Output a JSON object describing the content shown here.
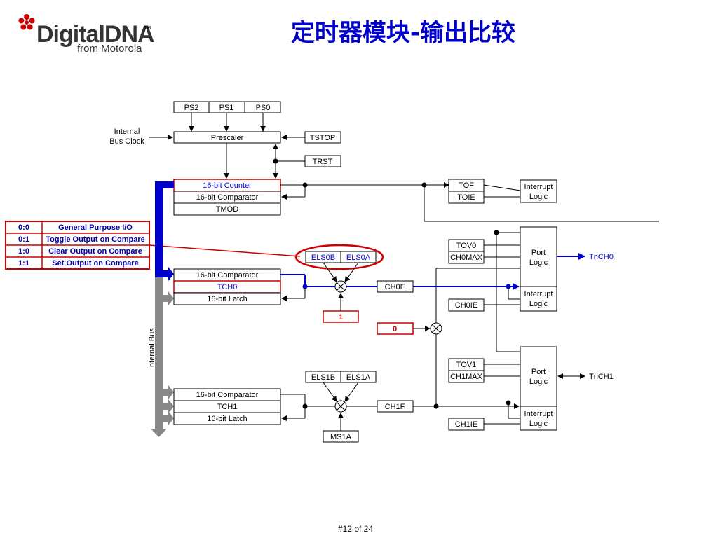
{
  "header": {
    "title": "定时器模块-输出比较",
    "logo_main": "DigitalDNA",
    "logo_sub": "from Motorola",
    "logo_tm": "TM"
  },
  "prescaler": {
    "ps2": "PS2",
    "ps1": "PS1",
    "ps0": "PS0",
    "clock_line1": "Internal",
    "clock_line2": "Bus Clock",
    "prescaler": "Prescaler",
    "tstop": "TSTOP",
    "trst": "TRST"
  },
  "counter": {
    "counter": "16-bit Counter",
    "comparator": "16-bit Comparator",
    "tmod": "TMOD"
  },
  "overflow": {
    "tof": "TOF",
    "toie": "TOIE",
    "interrupt_line1": "Interrupt",
    "interrupt_line2": "Logic"
  },
  "els_table": {
    "rows": [
      {
        "code": "0:0",
        "desc": "General Purpose I/O"
      },
      {
        "code": "0:1",
        "desc": "Toggle Output on Compare"
      },
      {
        "code": "1:0",
        "desc": "Clear Output on Compare"
      },
      {
        "code": "1:1",
        "desc": "Set Output on Compare"
      }
    ]
  },
  "channel0": {
    "comparator": "16-bit Comparator",
    "tch": "TCH0",
    "latch": "16-bit Latch",
    "elsb": "ELS0B",
    "elsa": "ELS0A",
    "chf": "CH0F",
    "one": "1",
    "zero": "0",
    "tov": "TOV0",
    "chmax": "CH0MAX",
    "chie": "CH0IE",
    "port_line1": "Port",
    "port_line2": "Logic",
    "int_line1": "Interrupt",
    "int_line2": "Logic",
    "pin": "TnCH0"
  },
  "channel1": {
    "comparator": "16-bit Comparator",
    "tch": "TCH1",
    "latch": "16-bit Latch",
    "elsb": "ELS1B",
    "elsa": "ELS1A",
    "chf": "CH1F",
    "ms": "MS1A",
    "tov": "TOV1",
    "chmax": "CH1MAX",
    "chie": "CH1IE",
    "port_line1": "Port",
    "port_line2": "Logic",
    "int_line1": "Interrupt",
    "int_line2": "Logic",
    "pin": "TnCH1"
  },
  "bus_label": "Internal Bus",
  "footer": {
    "page": "#12 of 24"
  },
  "colors": {
    "title": "#0000cc",
    "highlight": "#cc0000",
    "bus_blue": "#0000cc",
    "bus_gray": "#888888"
  }
}
